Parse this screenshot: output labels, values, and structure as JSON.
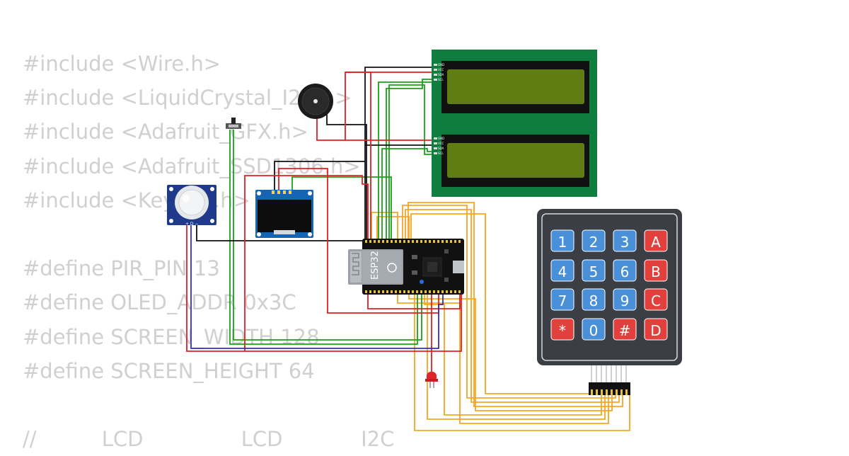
{
  "code_lines": [
    "#include <Wire.h>",
    "#include <LiquidCrystal_I2C.h>",
    "#include <Adafruit_GFX.h>",
    "#include <Adafruit_SSD1306.h>",
    "#include <Keypad.h>",
    "",
    "#define PIR_PIN 13",
    "#define OLED_ADDR 0x3C",
    "#define SCREEN_WIDTH 128",
    "#define SCREEN_HEIGHT 64",
    "",
    "//          LCD               LCD            I2C"
  ],
  "esp32": {
    "label": "ESP32"
  },
  "keypad": {
    "keys": [
      [
        "1",
        "2",
        "3",
        "A"
      ],
      [
        "4",
        "5",
        "6",
        "B"
      ],
      [
        "7",
        "8",
        "9",
        "C"
      ],
      [
        "*",
        "0",
        "#",
        "D"
      ]
    ]
  },
  "lcd_pins": [
    "GND",
    "VCC",
    "SDA",
    "SCL"
  ],
  "colors": {
    "wire_red": "#e02020",
    "wire_black": "#111111",
    "wire_green": "#1aa01a",
    "wire_blue": "#3030c0",
    "wire_orange": "#f5a623",
    "lcd_board": "#0e7d3e",
    "lcd_screen": "#5f7d12",
    "keypad_body": "#3b3f45",
    "key_blue": "#4a90d9",
    "key_red": "#e2403c"
  },
  "icons": [
    "buzzer-icon",
    "pir-sensor-icon",
    "oled-display-icon",
    "lcd-display-icon",
    "esp32-board-icon",
    "keypad-icon",
    "led-icon",
    "switch-icon"
  ]
}
